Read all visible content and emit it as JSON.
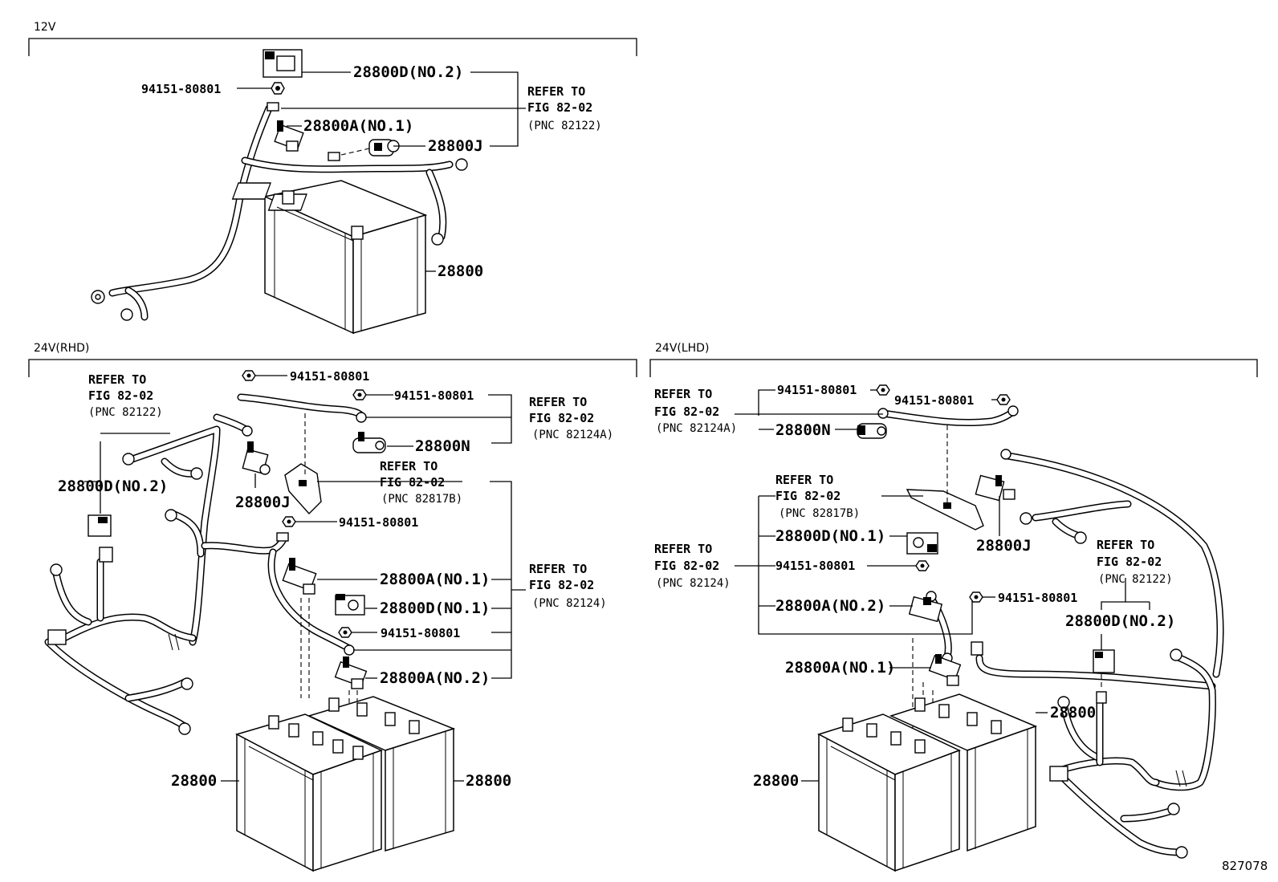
{
  "sections": {
    "v12": "12V",
    "rhd": "24V(RHD)",
    "lhd": "24V(LHD)"
  },
  "figure_number": "827078",
  "v12": {
    "p_28800D_no2": "28800D(NO.2)",
    "p_94151": "94151-80801",
    "p_28800A_no1": "28800A(NO.1)",
    "p_28800J": "28800J",
    "p_28800": "28800",
    "ref1": "REFER TO",
    "ref2": "FIG 82-02",
    "ref3": "(PNC 82122)"
  },
  "rhd": {
    "refA1": "REFER TO",
    "refA2": "FIG 82-02",
    "refA3": "(PNC 82122)",
    "p_28800D_no2": "28800D(NO.2)",
    "p_94151_top": "94151-80801",
    "p_94151_b": "94151-80801",
    "p_28800N": "28800N",
    "refB1": "REFER TO",
    "refB2": "FIG 82-02",
    "refB3": "(PNC 82124A)",
    "refC1": "REFER TO",
    "refC2": "FIG 82-02",
    "refC3": "(PNC 82817B)",
    "p_28800J": "28800J",
    "p_94151_c": "94151-80801",
    "p_28800A_no1": "28800A(NO.1)",
    "p_28800D_no1": "28800D(NO.1)",
    "p_94151_d": "94151-80801",
    "p_28800A_no2": "28800A(NO.2)",
    "refD1": "REFER TO",
    "refD2": "FIG 82-02",
    "refD3": "(PNC 82124)",
    "p_28800_left": "28800",
    "p_28800_right": "28800"
  },
  "lhd": {
    "refA1": "REFER TO",
    "refA2": "FIG 82-02",
    "refA3": "(PNC 82124A)",
    "p_94151_a": "94151-80801",
    "p_94151_b": "94151-80801",
    "p_28800N": "28800N",
    "refB1": "REFER TO",
    "refB2": "FIG 82-02",
    "refB3": "(PNC 82817B)",
    "p_28800D_no1": "28800D(NO.1)",
    "p_28800J": "28800J",
    "refC1": "REFER TO",
    "refC2": "FIG 82-02",
    "refC3": "(PNC 82124)",
    "p_94151_c": "94151-80801",
    "p_28800A_no2": "28800A(NO.2)",
    "p_94151_d": "94151-80801",
    "refD1": "REFER TO",
    "refD2": "FIG 82-02",
    "refD3": "(PNC 82122)",
    "p_28800D_no2": "28800D(NO.2)",
    "p_28800A_no1": "28800A(NO.1)",
    "p_28800_top": "28800",
    "p_28800_left": "28800"
  }
}
